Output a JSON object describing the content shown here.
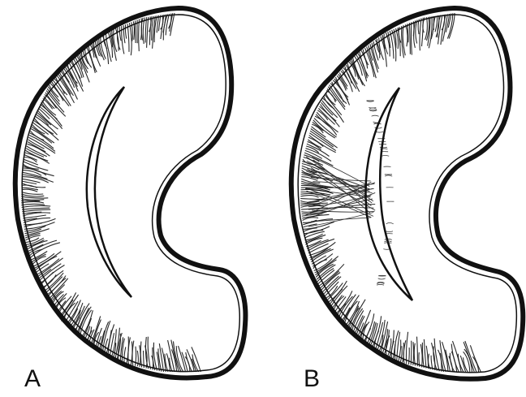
{
  "figure": {
    "panels": [
      {
        "id": "A",
        "label": "A",
        "shows_bridge": false
      },
      {
        "id": "B",
        "label": "B",
        "shows_bridge": true
      }
    ],
    "colors": {
      "ink": "#111111",
      "background": "#ffffff"
    }
  }
}
